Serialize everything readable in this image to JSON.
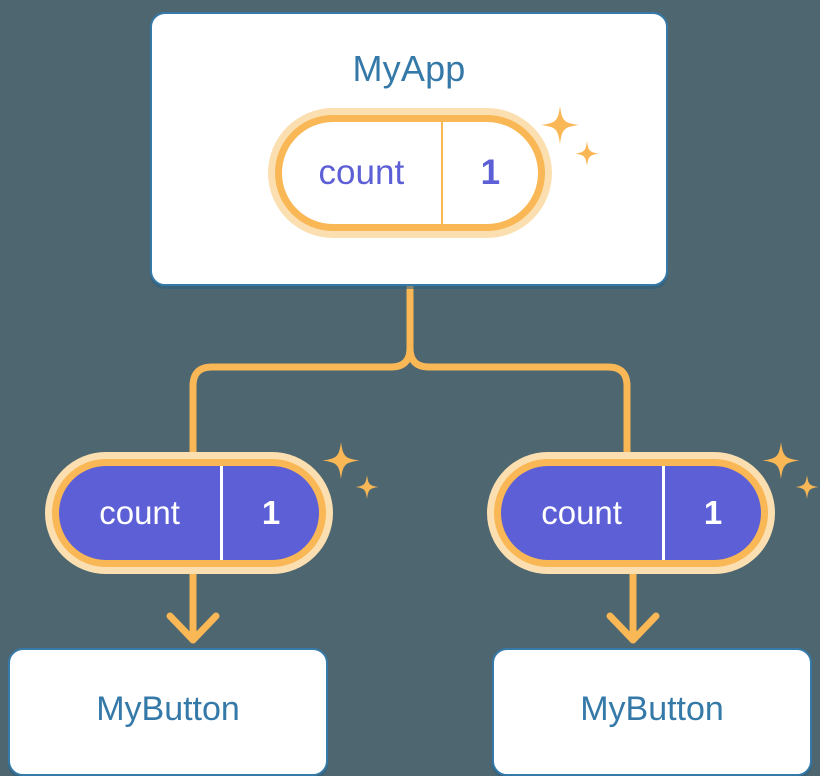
{
  "diagram": {
    "title_text": "MyApp",
    "background_color": "#4d6670",
    "accent_orange": "#f9b755",
    "accent_orange_light": "#fbdfb0",
    "accent_blue": "#3579a8",
    "accent_purple": "#5c5fd6"
  },
  "app_node": {
    "label": "MyApp",
    "state": {
      "key": "count",
      "value": "1"
    }
  },
  "children": [
    {
      "state": {
        "key": "count",
        "value": "1"
      },
      "button_label": "MyButton"
    },
    {
      "state": {
        "key": "count",
        "value": "1"
      },
      "button_label": "MyButton"
    }
  ]
}
